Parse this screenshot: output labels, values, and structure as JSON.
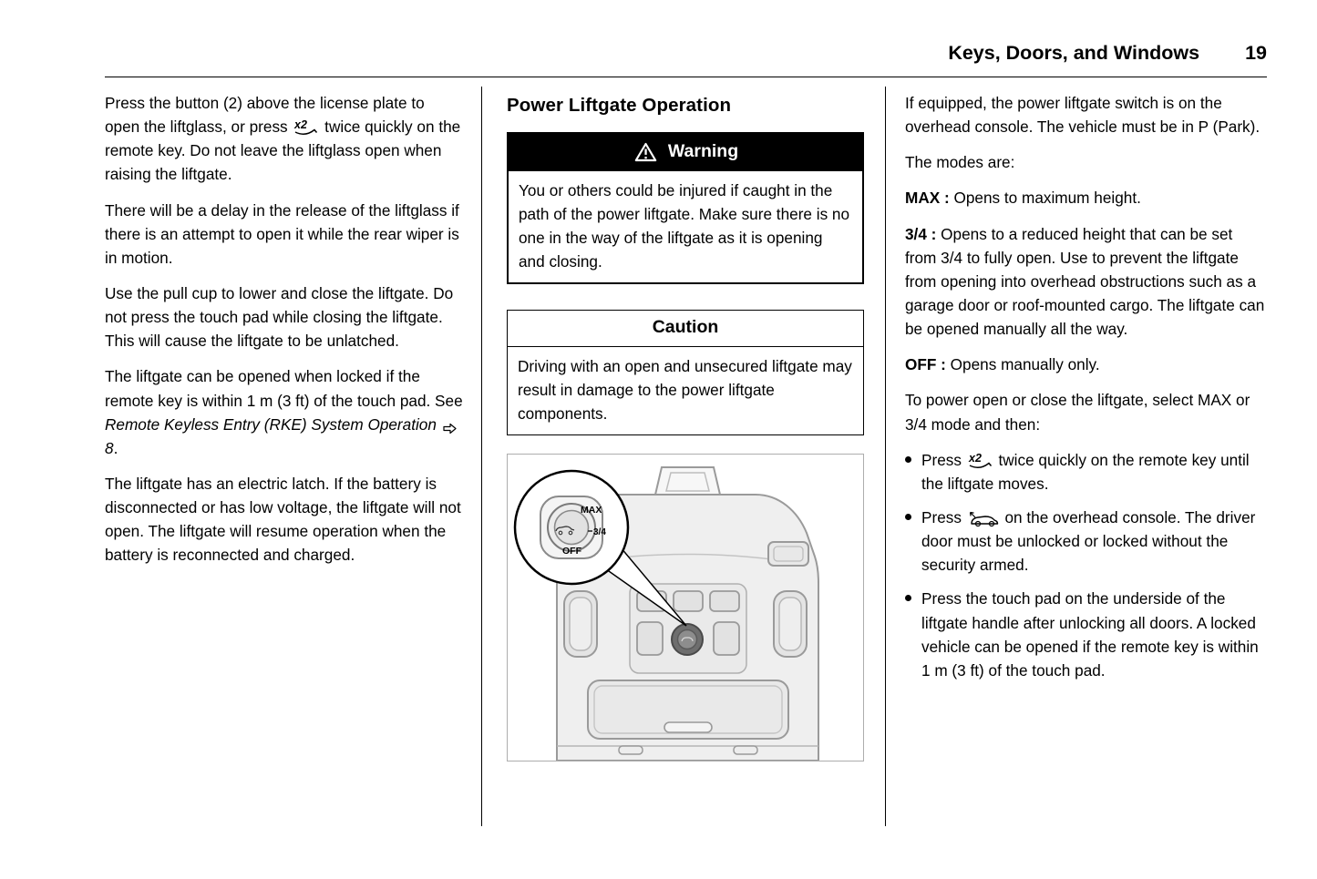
{
  "header": {
    "title": "Keys, Doors, and Windows",
    "page_number": "19"
  },
  "col1": {
    "paragraphs": [
      {
        "segments": [
          {
            "t": "text",
            "v": "Press the button (2) above the license plate to open the liftglass, or press "
          },
          {
            "t": "icon",
            "v": "x2-remote-icon"
          },
          {
            "t": "text",
            "v": " twice quickly on the remote key. Do not leave the liftglass open when raising the liftgate."
          }
        ]
      },
      {
        "segments": [
          {
            "t": "text",
            "v": "There will be a delay in the release of the liftglass if there is an attempt to open it while the rear wiper is in motion."
          }
        ]
      },
      {
        "segments": [
          {
            "t": "text",
            "v": "Use the pull cup to lower and close the liftgate. Do not press the touch pad while closing the liftgate. This will cause the liftgate to be unlatched."
          }
        ]
      },
      {
        "segments": [
          {
            "t": "text",
            "v": "The liftgate can be opened when locked if the remote key is within 1 m (3 ft) of the touch pad. See "
          },
          {
            "t": "italic",
            "v": "Remote Keyless Entry (RKE) System Operation "
          },
          {
            "t": "icon",
            "v": "ref-arrow-icon"
          },
          {
            "t": "italic",
            "v": " 8"
          },
          {
            "t": "text",
            "v": "."
          }
        ]
      },
      {
        "segments": [
          {
            "t": "text",
            "v": "The liftgate has an electric latch. If the battery is disconnected or has low voltage, the liftgate will not open. The liftgate will resume operation when the battery is reconnected and charged."
          }
        ]
      }
    ]
  },
  "col2": {
    "heading": "Power Liftgate Operation",
    "warning": {
      "title": "Warning",
      "body": "You or others could be injured if caught in the path of the power liftgate. Make sure there is no one in the way of the liftgate as it is opening and closing."
    },
    "caution": {
      "title": "Caution",
      "body": "Driving with an open and unsecured liftgate may result in damage to the power liftgate components."
    },
    "figure": {
      "max": "MAX",
      "mid": "3/4",
      "off": "OFF"
    }
  },
  "col3": {
    "paragraphs": [
      {
        "segments": [
          {
            "t": "text",
            "v": "If equipped, the power liftgate switch is on the overhead console. The vehicle must be in P (Park)."
          }
        ]
      },
      {
        "segments": [
          {
            "t": "text",
            "v": "The modes are:"
          }
        ]
      },
      {
        "segments": [
          {
            "t": "bold",
            "v": "MAX :"
          },
          {
            "t": "text",
            "v": " Opens to maximum height."
          }
        ]
      },
      {
        "segments": [
          {
            "t": "bold",
            "v": "3/4 :"
          },
          {
            "t": "text",
            "v": " Opens to a reduced height that can be set from 3/4 to fully open. Use to prevent the liftgate from opening into overhead obstructions such as a garage door or roof-mounted cargo. The liftgate can be opened manually all the way."
          }
        ]
      },
      {
        "segments": [
          {
            "t": "bold",
            "v": "OFF :"
          },
          {
            "t": "text",
            "v": " Opens manually only."
          }
        ]
      },
      {
        "segments": [
          {
            "t": "text",
            "v": "To power open or close the liftgate, select MAX or 3/4 mode and then:"
          }
        ]
      }
    ],
    "bullets": [
      {
        "segments": [
          {
            "t": "text",
            "v": "Press "
          },
          {
            "t": "icon",
            "v": "x2-remote-icon"
          },
          {
            "t": "text",
            "v": " twice quickly on the remote key until the liftgate moves."
          }
        ]
      },
      {
        "segments": [
          {
            "t": "text",
            "v": "Press "
          },
          {
            "t": "icon",
            "v": "liftgate-console-icon"
          },
          {
            "t": "text",
            "v": " on the overhead console. The driver door must be unlocked or locked without the security armed."
          }
        ]
      },
      {
        "segments": [
          {
            "t": "text",
            "v": "Press the touch pad on the underside of the liftgate handle after unlocking all doors. A locked vehicle can be opened if the remote key is within 1 m (3 ft) of the touch pad."
          }
        ]
      }
    ]
  }
}
